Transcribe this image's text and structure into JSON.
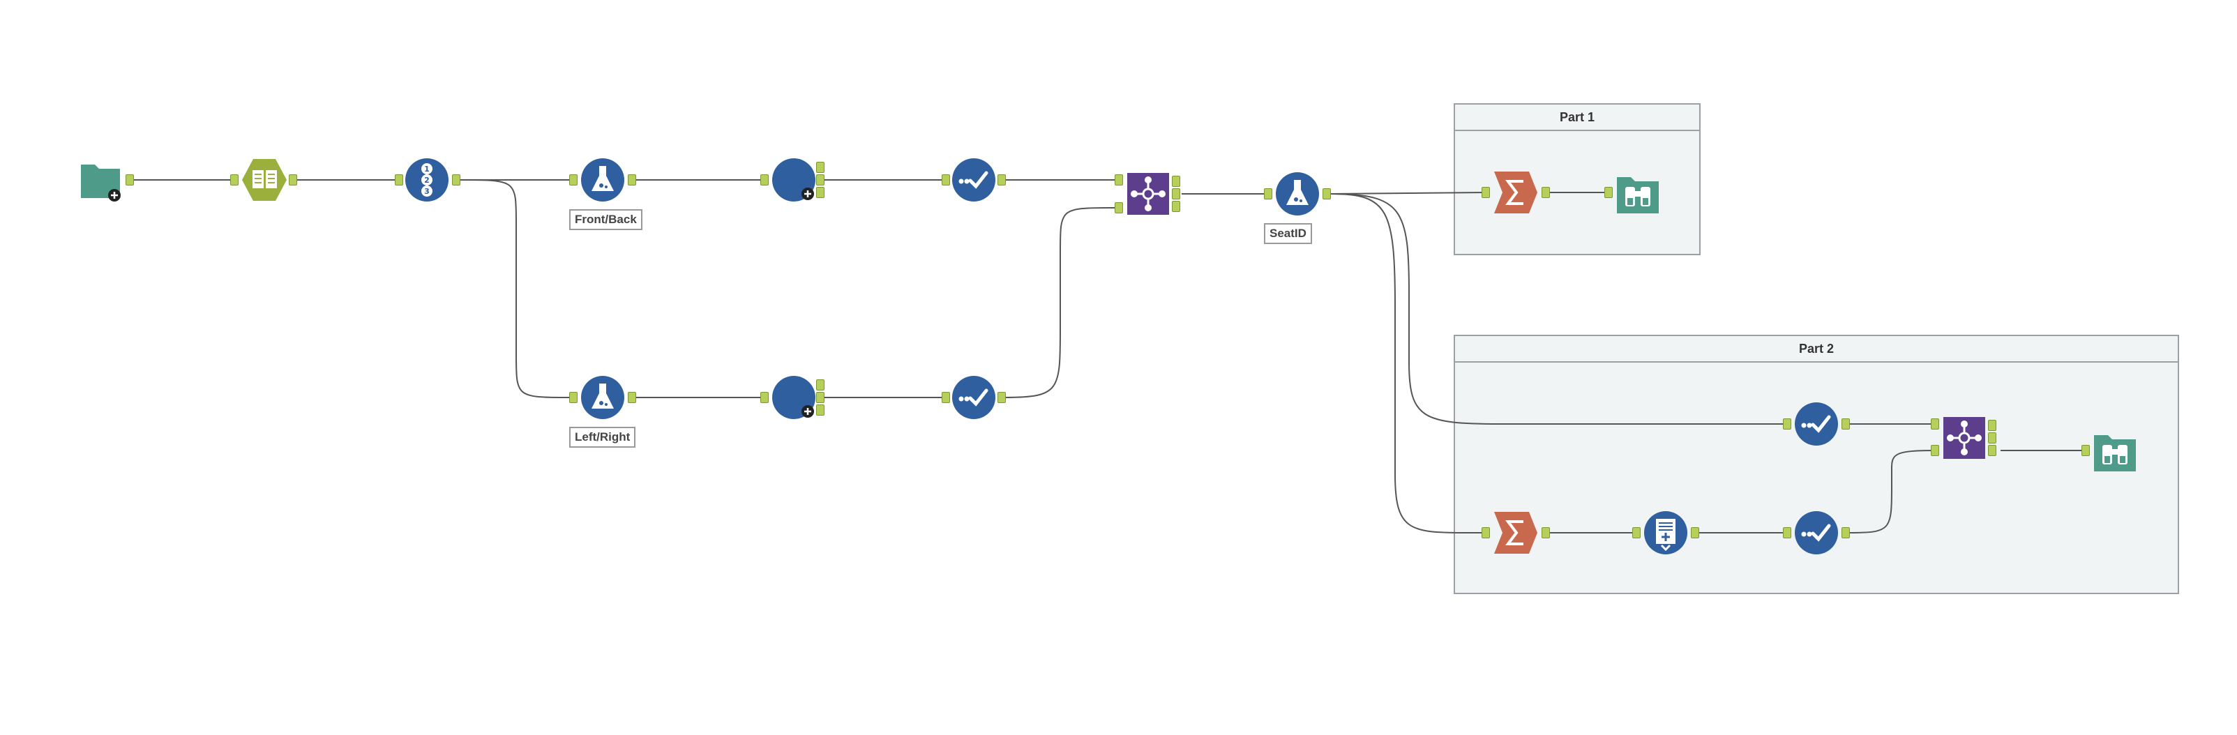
{
  "workflow": {
    "labels": {
      "front_back": "Front/Back",
      "left_right": "Left/Right",
      "seat_id": "SeatID"
    },
    "containers": {
      "part1": "Part 1",
      "part2": "Part 2"
    }
  },
  "colors": {
    "canvas_bg": "#ffffff",
    "container_bg": "#f1f4f5",
    "in_out_green": "#4e9b8a",
    "prep_blue": "#2f5f9e",
    "join_purple": "#5d3e8c",
    "transform_orange": "#c8694d",
    "parse_olive": "#9aaf3c",
    "anchor_green": "#b5cf5a",
    "connector": "#555555"
  },
  "tools": [
    "input-data-tool",
    "text-to-columns-tool",
    "record-id-tool",
    "formula-front-back-tool",
    "generate-rows-top-tool",
    "select-top-tool",
    "join-multiple-tool",
    "formula-seatid-tool",
    "summarize-part1-tool",
    "browse-part1-tool",
    "formula-left-right-tool",
    "generate-rows-bottom-tool",
    "select-bottom-tool",
    "summarize-part2-tool",
    "append-fields-tool",
    "select-part2-lower-tool",
    "select-part2-upper-tool",
    "join-multiple-part2-tool",
    "browse-part2-tool"
  ]
}
